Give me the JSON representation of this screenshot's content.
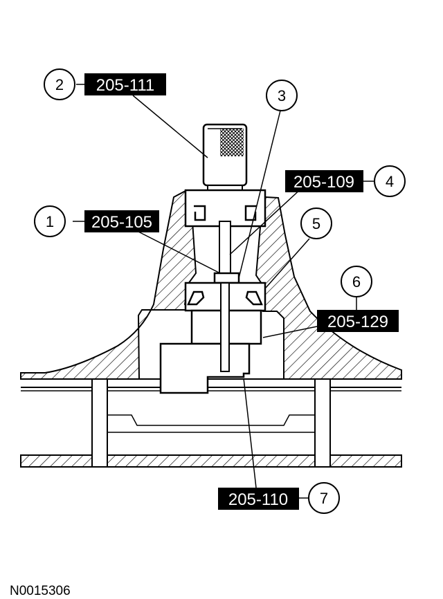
{
  "figure_id": "N0015306",
  "callouts": [
    {
      "number": "1",
      "part": "205-105"
    },
    {
      "number": "2",
      "part": "205-111"
    },
    {
      "number": "3",
      "part": ""
    },
    {
      "number": "4",
      "part": "205-109"
    },
    {
      "number": "5",
      "part": ""
    },
    {
      "number": "6",
      "part": "205-129"
    },
    {
      "number": "7",
      "part": "205-110"
    }
  ],
  "colors": {
    "ink": "#000000",
    "paper": "#ffffff",
    "label_bg": "#000000",
    "label_text": "#ffffff"
  }
}
